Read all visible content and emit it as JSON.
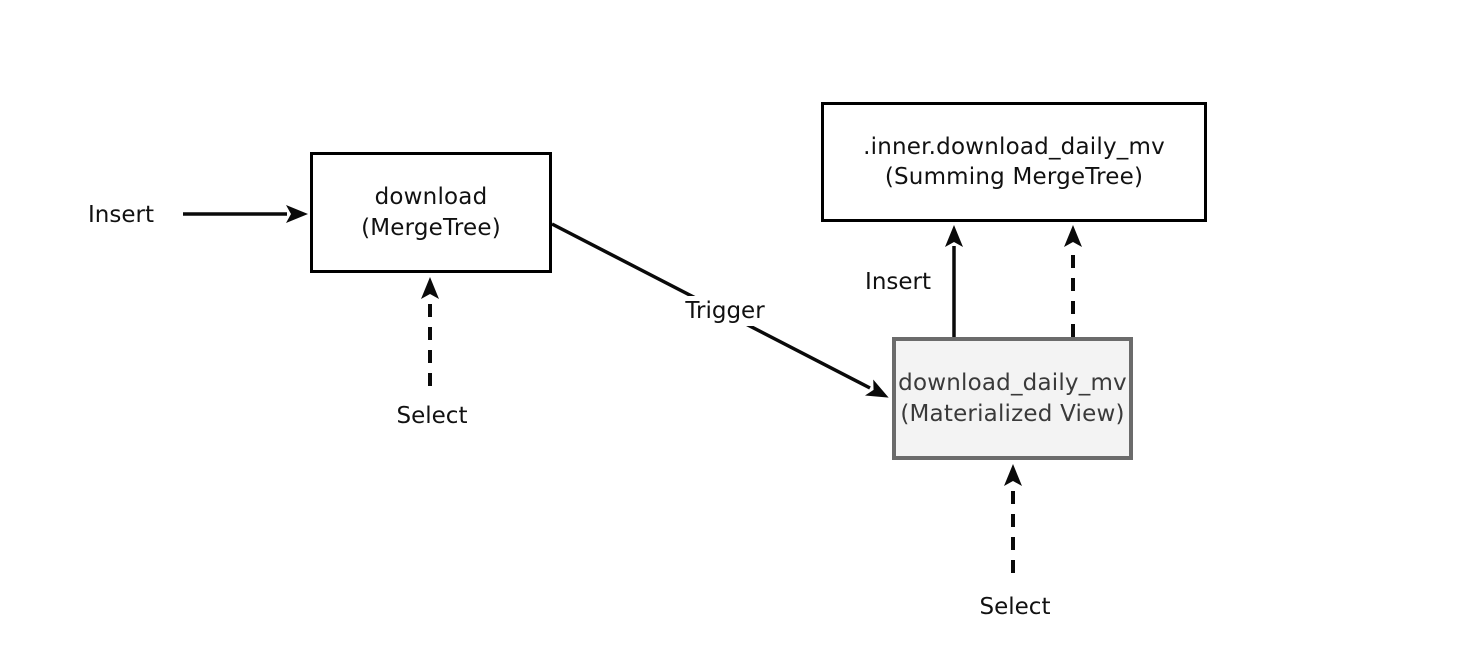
{
  "diagram": {
    "kind": "materialized-view-flow",
    "nodes": [
      {
        "id": "download",
        "name": "download",
        "engine": "(MergeTree)"
      },
      {
        "id": "inner_download_daily_mv",
        "name": ".inner.download_daily_mv",
        "engine": "(Summing MergeTree)"
      },
      {
        "id": "download_daily_mv",
        "name": "download_daily_mv",
        "engine": "(Materialized View)"
      }
    ],
    "edges": [
      {
        "label": "Insert",
        "from": "external",
        "to": "download",
        "style": "solid"
      },
      {
        "label": "Select",
        "from": "external",
        "to": "download",
        "style": "dashed"
      },
      {
        "label": "Trigger",
        "from": "download",
        "to": "download_daily_mv",
        "style": "solid"
      },
      {
        "label": "Insert",
        "from": "download_daily_mv",
        "to": "inner_download_daily_mv",
        "style": "solid"
      },
      {
        "label": "",
        "from": "download_daily_mv",
        "to": "inner_download_daily_mv",
        "style": "dashed"
      },
      {
        "label": "Select",
        "from": "external",
        "to": "download_daily_mv",
        "style": "dashed"
      }
    ],
    "colors": {
      "background": "#ffffff",
      "ink": "#111111",
      "node_border": "#000000",
      "node_fill": "#ffffff",
      "mv_border": "#6b6b6b",
      "mv_fill": "#f3f3f3",
      "mv_ink": "#3a3a3a",
      "edge_stroke": "#0a0a0a"
    }
  }
}
